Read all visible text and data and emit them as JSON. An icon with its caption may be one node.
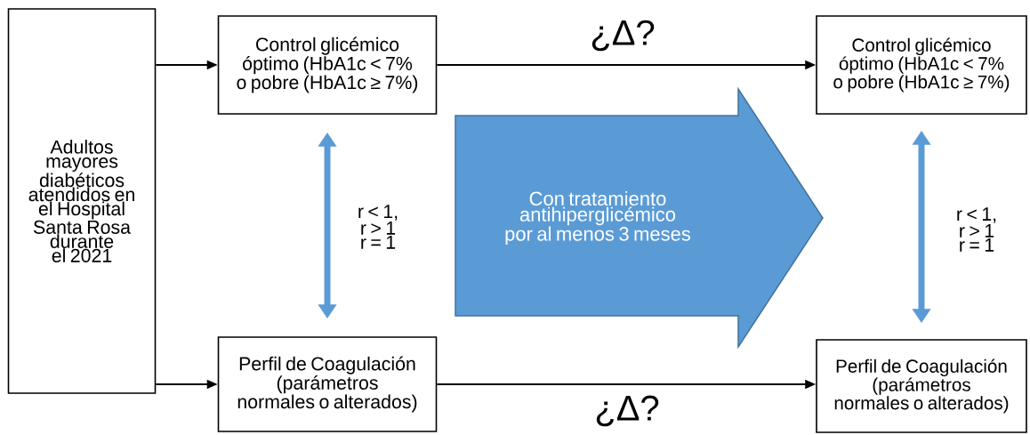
{
  "diagram": {
    "nodes": [
      {
        "text": [
          "Adultos mayores diabéticos atendidos en el Hospital Santa Rosa durante el 2021"
        ]
      },
      {
        "text": [
          "Control glicémico óptimo (HbA1c < 7% o pobre (HbA1c ≥ 7%)"
        ]
      },
      {
        "text": [
          "Perfil de Coagulación (parámetros normales o alterados)"
        ]
      },
      {
        "text": [
          "Control glicémico óptimo (HbA1c < 7% o pobre (HbA1c ≥ 7%)"
        ]
      },
      {
        "text": [
          "Perfil de Coagulación (parámetros normales o alterados)"
        ]
      },
      {
        "text": [
          "Con tratamiento antihiperglicémico por al menos 3 meses"
        ]
      }
    ],
    "edges": [
      {
        "from": 0,
        "to": 1,
        "arrow": "to"
      },
      {
        "from": 0,
        "to": 2,
        "arrow": "to"
      },
      {
        "from": 1,
        "to": 3,
        "arrow": "to",
        "label": "¿Δ?"
      },
      {
        "from": 2,
        "to": 4,
        "arrow": "to",
        "label": "¿Δ?"
      },
      {
        "from": 1,
        "to": 2,
        "arrow": "both",
        "label": "r < 1, r > 1 r = 1",
        "style": "thick",
        "color": "#5b9bd5"
      },
      {
        "from": 3,
        "to": 4,
        "arrow": "both",
        "label": "r < 1, r > 1 r = 1",
        "style": "thick",
        "color": "#5b9bd5"
      }
    ]
  }
}
